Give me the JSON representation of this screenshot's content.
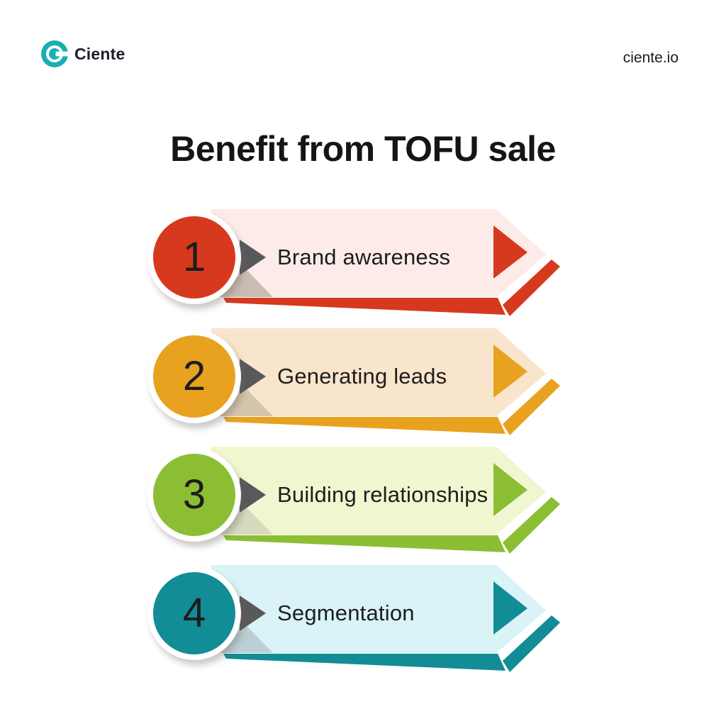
{
  "header": {
    "brand": "Ciente",
    "site": "ciente.io"
  },
  "title": "Benefit from TOFU sale",
  "colors": {
    "background": "#ffffff",
    "logo_teal": "#17afb2",
    "text_dark": "#1d1d1d",
    "cue_gray": "#58595b"
  },
  "items": [
    {
      "number": "1",
      "label": "Brand awareness",
      "accent": "#d6391d",
      "banner": "#fcebe8",
      "fold": "#c9bcb3"
    },
    {
      "number": "2",
      "label": "Generating leads",
      "accent": "#e8a21f",
      "banner": "#f8e5cb",
      "fold": "#d5c5ad"
    },
    {
      "number": "3",
      "label": "Building relationships",
      "accent": "#8cbe33",
      "banner": "#f0f7d0",
      "fold": "#d7dabf"
    },
    {
      "number": "4",
      "label": "Segmentation",
      "accent": "#128c95",
      "banner": "#d9f3f6",
      "fold": "#bccfd4"
    }
  ]
}
